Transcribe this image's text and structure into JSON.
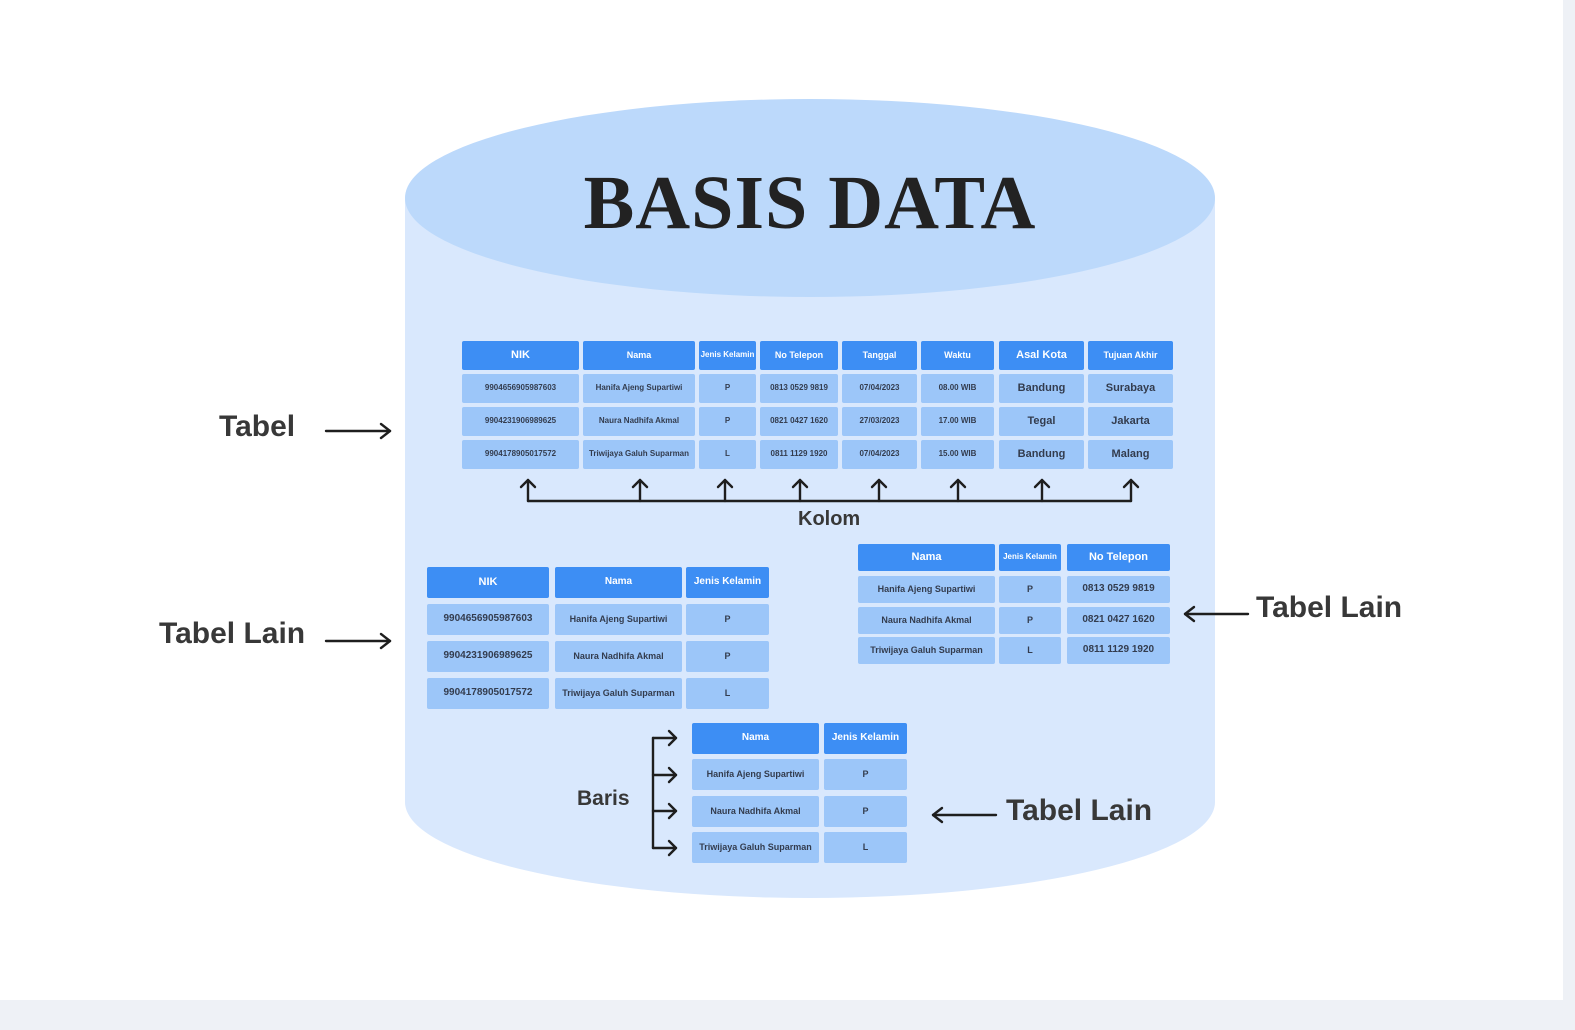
{
  "title": "BASIS DATA",
  "colors": {
    "cylinder_body": "#d9e8fd",
    "cylinder_top": "#bcd9fb",
    "header": "#3d8ef4",
    "cell": "#9cc6f9",
    "arrow": "#1e1e1e"
  },
  "labels": {
    "tabel": "Tabel",
    "tabel_lain_left": "Tabel Lain",
    "tabel_lain_right": "Tabel Lain",
    "tabel_lain_bottom": "Tabel Lain",
    "kolom": "Kolom",
    "baris": "Baris"
  },
  "main_table": {
    "headers": [
      "NIK",
      "Nama",
      "Jenis Kelamin",
      "No Telepon",
      "Tanggal",
      "Waktu",
      "Asal Kota",
      "Tujuan Akhir"
    ],
    "rows": [
      [
        "9904656905987603",
        "Hanifa Ajeng Supartiwi",
        "P",
        "0813 0529 9819",
        "07/04/2023",
        "08.00 WIB",
        "Bandung",
        "Surabaya"
      ],
      [
        "9904231906989625",
        "Naura Nadhifa Akmal",
        "P",
        "0821 0427 1620",
        "27/03/2023",
        "17.00 WIB",
        "Tegal",
        "Jakarta"
      ],
      [
        "9904178905017572",
        "Triwijaya Galuh Suparman",
        "L",
        "0811 1129 1920",
        "07/04/2023",
        "15.00 WIB",
        "Bandung",
        "Malang"
      ]
    ]
  },
  "left_table": {
    "headers": [
      "NIK",
      "Nama",
      "Jenis Kelamin"
    ],
    "rows": [
      [
        "9904656905987603",
        "Hanifa Ajeng Supartiwi",
        "P"
      ],
      [
        "9904231906989625",
        "Naura Nadhifa Akmal",
        "P"
      ],
      [
        "9904178905017572",
        "Triwijaya Galuh Suparman",
        "L"
      ]
    ]
  },
  "right_table": {
    "headers": [
      "Nama",
      "Jenis Kelamin",
      "No Telepon"
    ],
    "rows": [
      [
        "Hanifa Ajeng Supartiwi",
        "P",
        "0813 0529 9819"
      ],
      [
        "Naura Nadhifa Akmal",
        "P",
        "0821 0427 1620"
      ],
      [
        "Triwijaya Galuh Suparman",
        "L",
        "0811 1129 1920"
      ]
    ]
  },
  "bottom_table": {
    "headers": [
      "Nama",
      "Jenis Kelamin"
    ],
    "rows": [
      [
        "Hanifa Ajeng Supartiwi",
        "P"
      ],
      [
        "Naura Nadhifa Akmal",
        "P"
      ],
      [
        "Triwijaya Galuh Suparman",
        "L"
      ]
    ]
  }
}
